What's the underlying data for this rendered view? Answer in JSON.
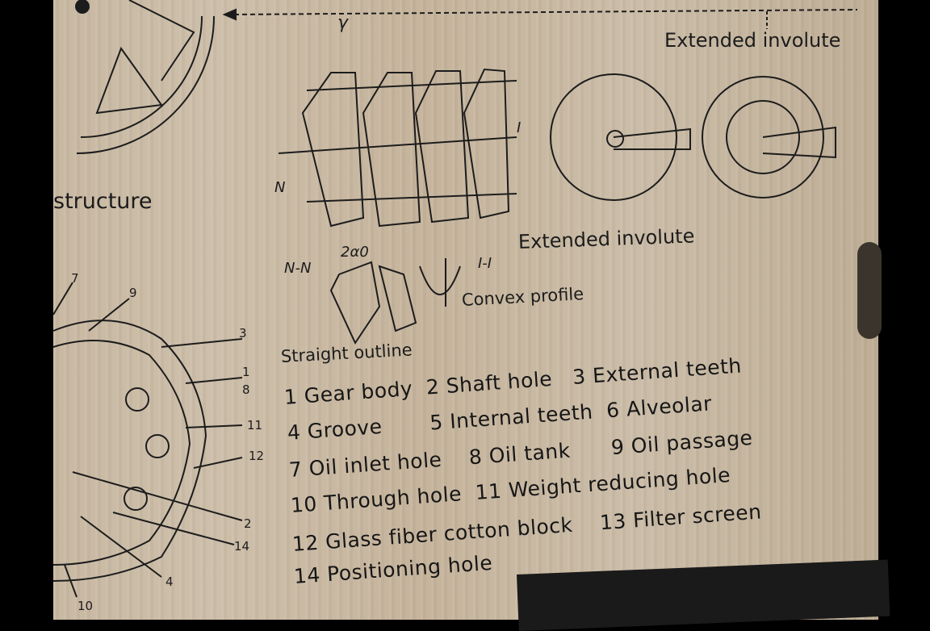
{
  "top_labels": {
    "extended_involute_top": "Extended involute",
    "extended_involute_mid": "Extended involute",
    "structure": "structure",
    "nn": "N-N",
    "angle": "2α0",
    "ii": "I-I",
    "convex_profile": "Convex profile",
    "straight_outline": "Straight outline",
    "gamma": "γ",
    "n": "N",
    "i": "I"
  },
  "legend": [
    [
      "1  Gear body",
      "2  Shaft hole",
      "3  External teeth"
    ],
    [
      "4  Groove",
      "5  Internal teeth",
      "6  Alveolar"
    ],
    [
      "7  Oil inlet hole",
      "8 Oil tank",
      "9 Oil passage"
    ],
    [
      "10  Through hole",
      "11 Weight reducing hole"
    ],
    [
      "12  Glass fiber cotton block",
      "13  Filter screen"
    ],
    [
      "14  Positioning hole"
    ]
  ],
  "gear_callouts": [
    "7",
    "9",
    "3",
    "1",
    "8",
    "11",
    "12",
    "2",
    "14",
    "4",
    "10"
  ]
}
